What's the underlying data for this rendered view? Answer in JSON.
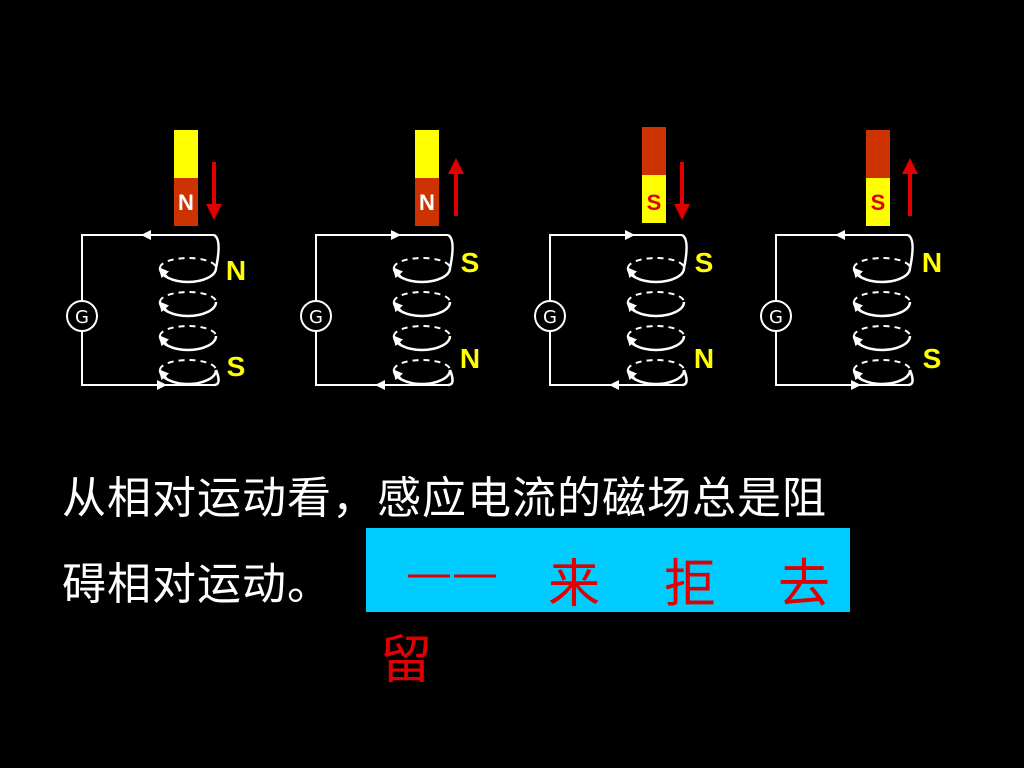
{
  "panels": [
    {
      "magnet_pole": "N",
      "top_end": "N",
      "bottom_end": "S"
    },
    {
      "magnet_pole": "N",
      "top_end": "S",
      "bottom_end": "N"
    },
    {
      "magnet_pole": "S",
      "top_end": "S",
      "bottom_end": "N"
    },
    {
      "magnet_pole": "S",
      "top_end": "N",
      "bottom_end": "S"
    }
  ],
  "galvanometer_label": "G",
  "caption": {
    "line1": "从相对运动看，感应电流的磁场总是阻",
    "line2": "碍相对运动。"
  },
  "answer": {
    "dash": "——",
    "lai": "来",
    "ju": "拒",
    "qu": "去",
    "liu": "留"
  },
  "colors": {
    "background": "#000000",
    "magnet_yellow": "#ffff00",
    "magnet_brown": "#cc3300",
    "arrow_red": "#e00000",
    "pole_label_yellow": "#ffff00",
    "answer_box": "#00ccff"
  }
}
